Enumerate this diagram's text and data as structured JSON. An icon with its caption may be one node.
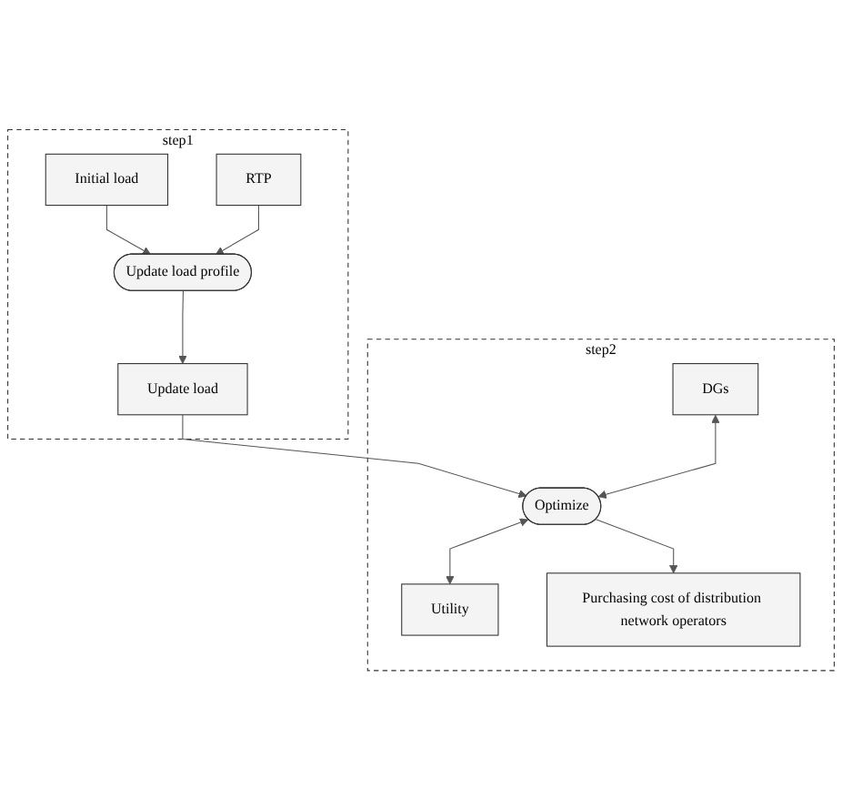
{
  "diagram": {
    "nodes": [
      {
        "text": [
          "step1"
        ]
      },
      {
        "text": [
          "Initial load"
        ],
        "in": 0
      },
      {
        "text": [
          "RTP"
        ],
        "in": 0
      },
      {
        "text": [
          "Update load profile"
        ],
        "in": 0
      },
      {
        "text": [
          "Update load"
        ],
        "in": 0
      },
      {
        "text": [
          "step2"
        ]
      },
      {
        "text": [
          "DGs"
        ],
        "in": 5
      },
      {
        "text": [
          "Optimize"
        ],
        "in": 5
      },
      {
        "text": [
          "Utility"
        ],
        "in": 5
      },
      {
        "text": [
          "Purchasing cost of distribution network operators"
        ],
        "in": 5
      }
    ],
    "edges": [
      {
        "from": 1,
        "to": 3,
        "arrow": "to"
      },
      {
        "from": 2,
        "to": 3,
        "arrow": "to"
      },
      {
        "from": 3,
        "to": 4,
        "arrow": "to"
      },
      {
        "from": 4,
        "to": 7,
        "arrow": "to"
      },
      {
        "from": 6,
        "to": 7,
        "arrow": "both"
      },
      {
        "from": 7,
        "to": 8,
        "arrow": "both"
      },
      {
        "from": 7,
        "to": 9,
        "arrow": "to"
      }
    ]
  }
}
